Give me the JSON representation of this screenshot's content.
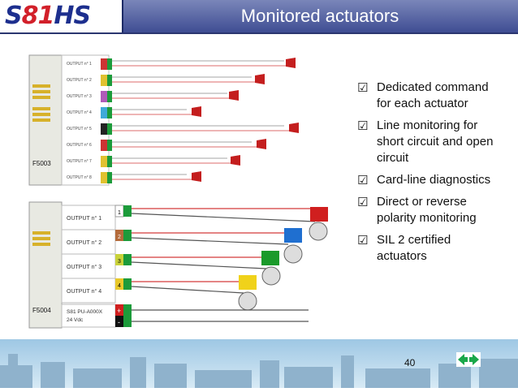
{
  "header": {
    "logo_text": "S81HS",
    "title": "Monitored actuators"
  },
  "bullets": [
    "Dedicated command for each actuator",
    "Line monitoring for short circuit and open circuit",
    "Card-line diagnostics",
    "Direct or reverse polarity monitoring",
    "SIL 2 certified actuators"
  ],
  "diagram_top": {
    "card_label": "F5003",
    "outputs": [
      "OUTPUT n° 1",
      "OUTPUT n° 2",
      "OUTPUT n° 3",
      "OUTPUT n° 4",
      "OUTPUT n° 5",
      "OUTPUT n° 6",
      "OUTPUT n° 7",
      "OUTPUT n° 8"
    ]
  },
  "diagram_bottom": {
    "card_label": "F5004",
    "outputs": [
      "OUTPUT n° 1",
      "OUTPUT n° 2",
      "OUTPUT n° 3",
      "OUTPUT n° 4"
    ],
    "terminal_numbers": [
      "1",
      "2",
      "3",
      "4"
    ],
    "power_label_1": "S81 PU-A000X",
    "power_label_2": "24 Vdc",
    "plus_sign": "+",
    "minus_sign": "-"
  },
  "footer": {
    "page_number": "40"
  },
  "colors": {
    "header_blue": "#3f4d93",
    "logo_red": "#d2202a",
    "logo_blue": "#1d2f8e",
    "wire_red": "#d33a3a",
    "terminal_green": "#1c9b3a"
  }
}
